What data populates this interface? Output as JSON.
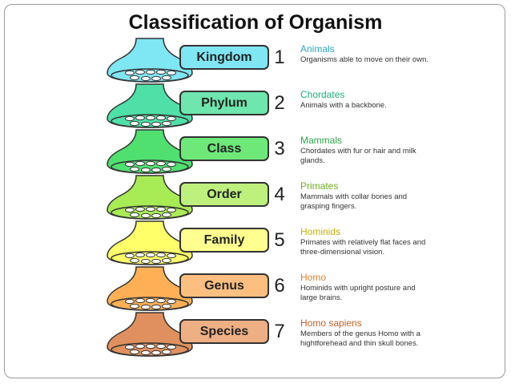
{
  "title": "Classification of Organism",
  "levels": [
    {
      "rank": "Kingdom",
      "number": "1",
      "heading": "Animals",
      "description": "Organisms able to move on their own.",
      "fill": "#7fe6f3",
      "box": "#7fe6f3",
      "headColor": "#2aa8c4"
    },
    {
      "rank": "Phylum",
      "number": "2",
      "heading": "Chordates",
      "description": "Animals with a backbone.",
      "fill": "#4fe0a8",
      "box": "#6ee6ad",
      "headColor": "#1fae7a"
    },
    {
      "rank": "Class",
      "number": "3",
      "heading": "Mammals",
      "description": "Chordates with fur or hair and milk glands.",
      "fill": "#4fe070",
      "box": "#6de879",
      "headColor": "#2aa84a"
    },
    {
      "rank": "Order",
      "number": "4",
      "heading": "Primates",
      "description": "Mammals with collar bones and grasping fingers.",
      "fill": "#a8ec55",
      "box": "#bdf07d",
      "headColor": "#6db01f"
    },
    {
      "rank": "Family",
      "number": "5",
      "heading": "Hominids",
      "description": "Primates with relatively flat faces and three-dimensional vision.",
      "fill": "#ffff6a",
      "box": "#ffff8f",
      "headColor": "#c9b000"
    },
    {
      "rank": "Genus",
      "number": "6",
      "heading": "Homo",
      "description": "Hominids with upright posture and large brains.",
      "fill": "#ffb055",
      "box": "#fdbf80",
      "headColor": "#e0822a"
    },
    {
      "rank": "Species",
      "number": "7",
      "heading": "Homo sapiens",
      "description": "Members of the genus Homo with a hightforehead and thin skull bones.",
      "fill": "#e0905e",
      "box": "#efaf84",
      "headColor": "#c0602a"
    }
  ]
}
